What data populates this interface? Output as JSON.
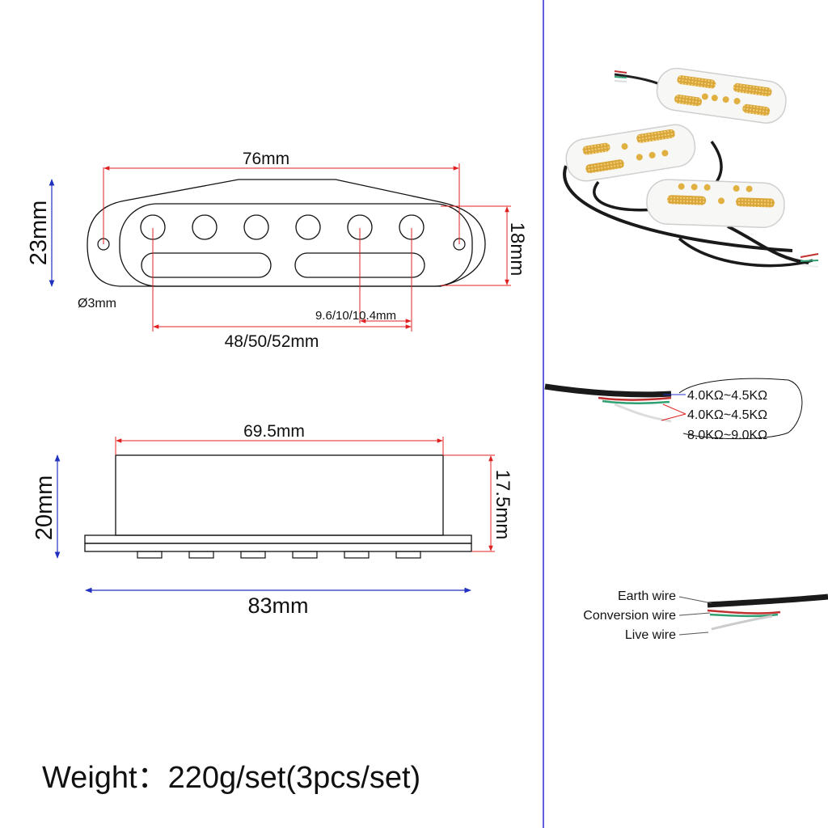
{
  "top_view": {
    "width_label": "76mm",
    "height_label": "23mm",
    "inner_height_label": "18mm",
    "hole_label": "Ø3mm",
    "pole_spacing_label": "9.6/10/10.4mm",
    "pole_span_label": "48/50/52mm"
  },
  "side_view": {
    "cover_width_label": "69.5mm",
    "height_label": "20mm",
    "cover_height_label": "17.5mm",
    "base_width_label": "83mm"
  },
  "resistances": {
    "r1": "4.0KΩ~4.5KΩ",
    "r2": "4.0KΩ~4.5KΩ",
    "r3": "8.0KΩ~9.0KΩ"
  },
  "wires": {
    "earth": "Earth wire",
    "conversion": "Conversion wire",
    "live": "Live wire"
  },
  "weight_text": "Weight：220g/set(3pcs/set)",
  "colors": {
    "red_dim": "#e02020",
    "blue_dim": "#2030c0",
    "divider": "#2a2ad0",
    "pickup_cover": "#f7f7f5",
    "pole_gold": "#e0b040"
  }
}
